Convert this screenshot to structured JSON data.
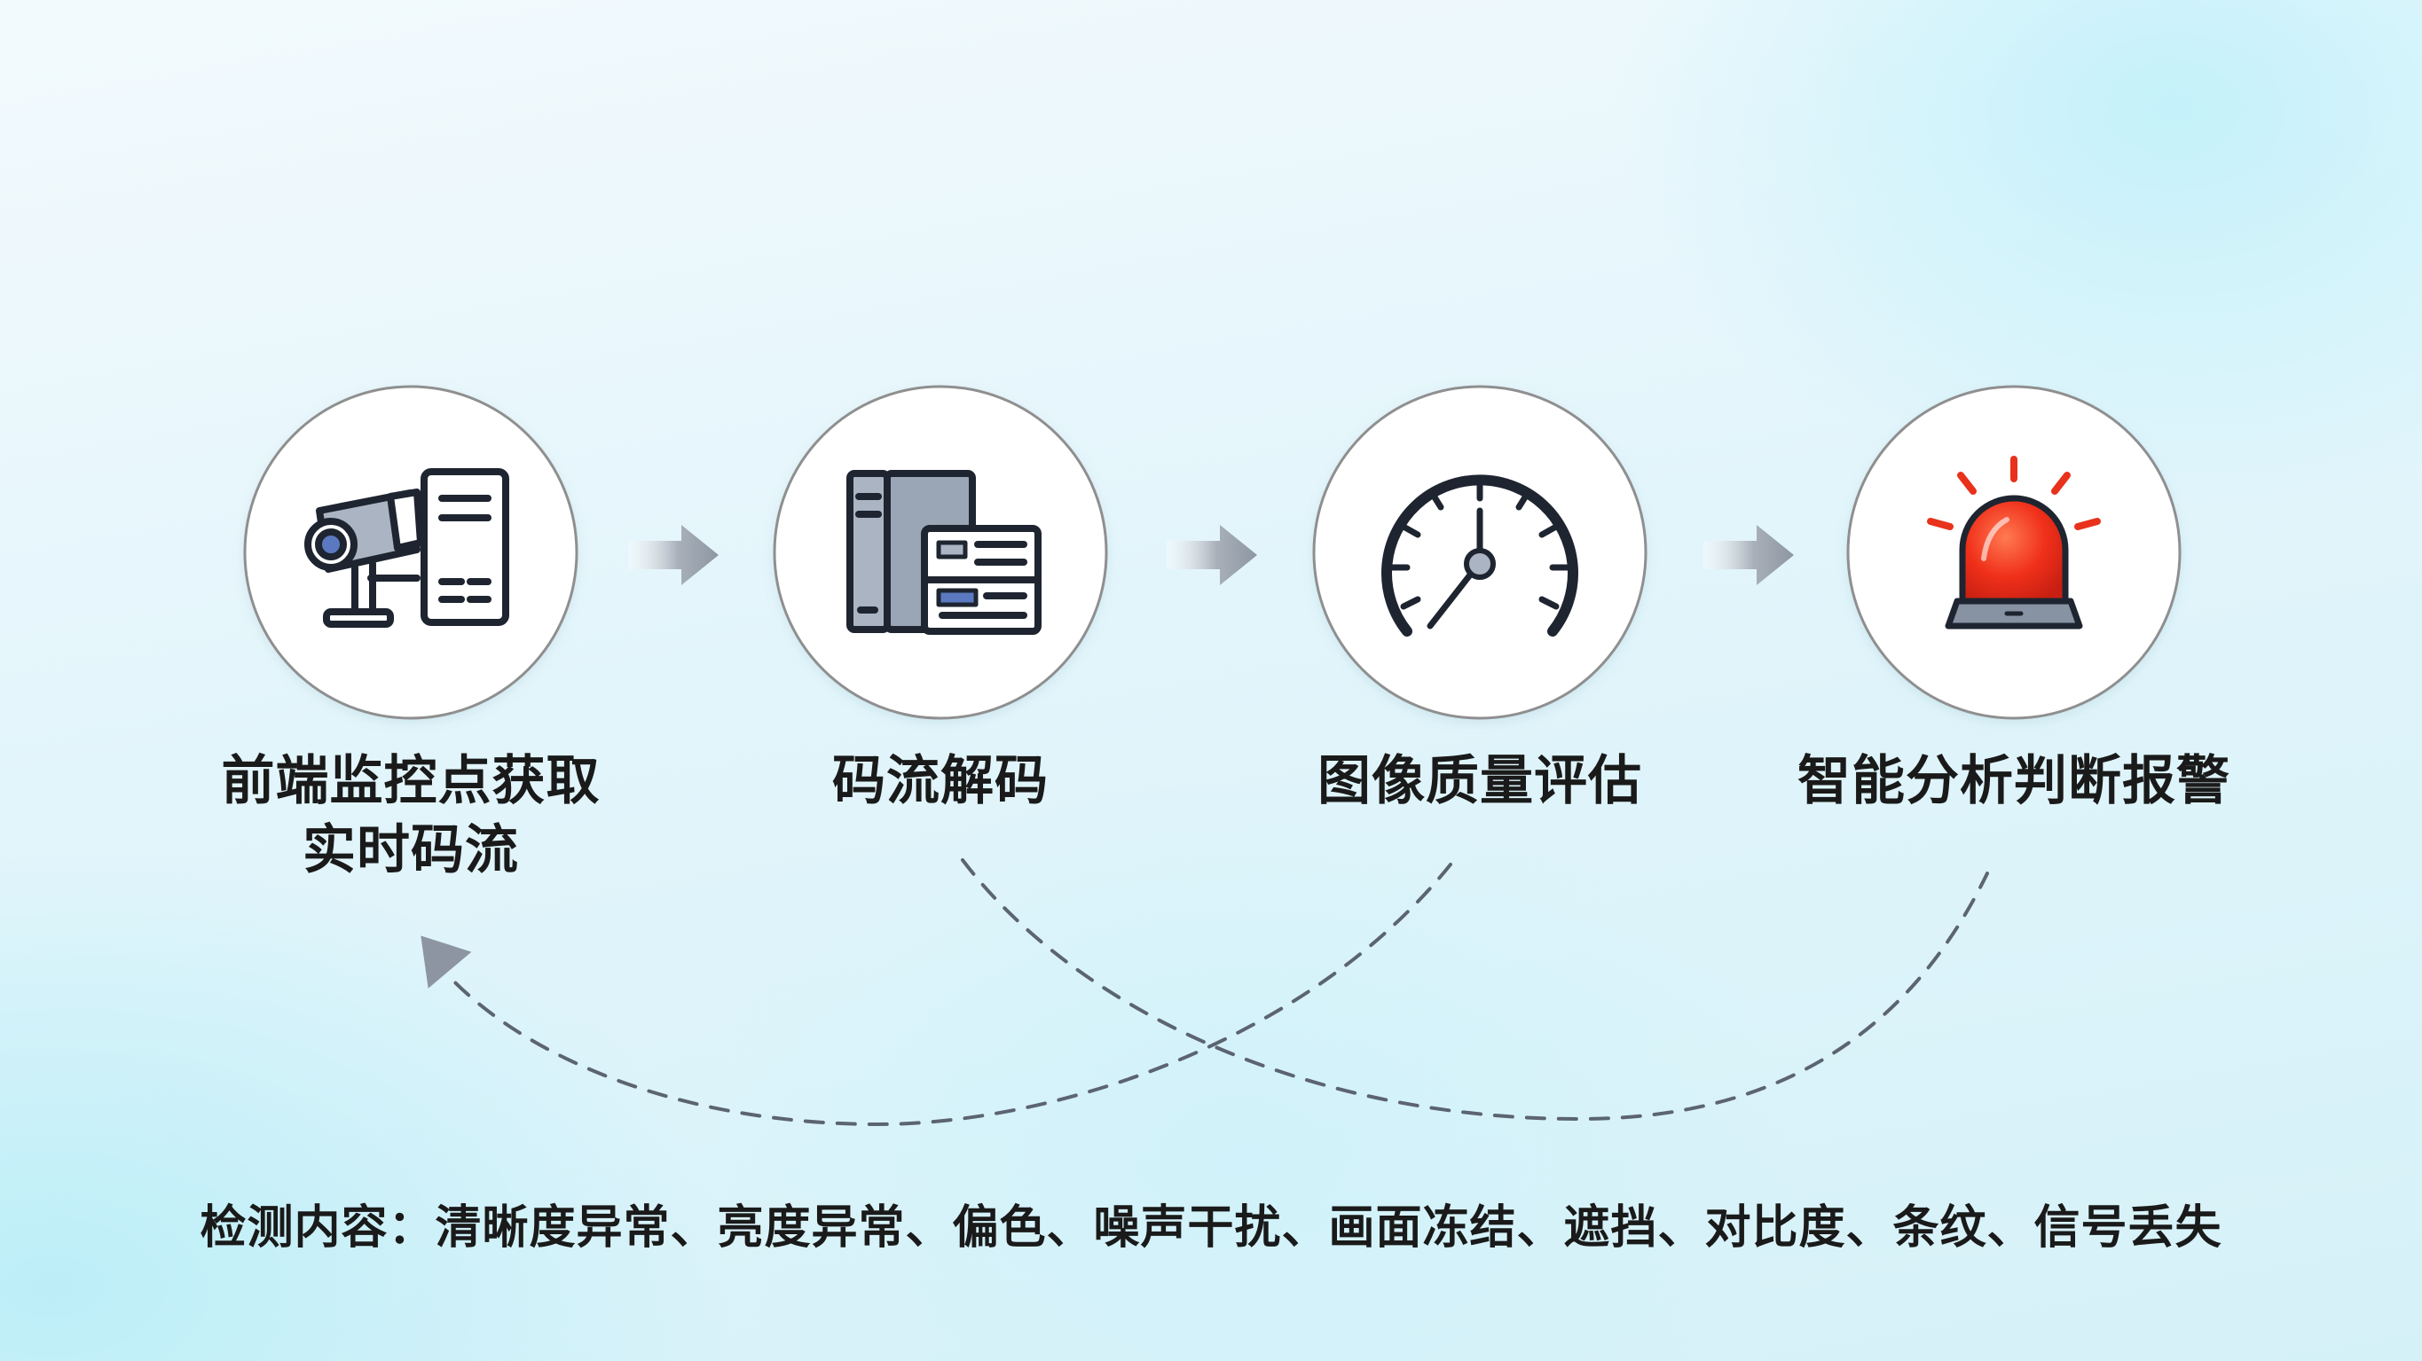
{
  "steps": [
    {
      "label": "前端监控点获取\n实时码流",
      "icon": "camera-server-icon"
    },
    {
      "label": "码流解码",
      "icon": "server-rack-icon"
    },
    {
      "label": "图像质量评估",
      "icon": "speedometer-gauge-icon"
    },
    {
      "label": "智能分析判断报警",
      "icon": "alarm-siren-icon"
    }
  ],
  "flow": {
    "arrows": [
      "arrow-right-icon",
      "arrow-right-icon",
      "arrow-right-icon"
    ],
    "loop": "dashed-feedback-loop"
  },
  "footer": {
    "note": "检测内容：清晰度异常、亮度异常、偏色、噪声干扰、画面冻结、遮挡、对比度、条纹、信号丢失"
  },
  "colors": {
    "circle_fill": "#ffffff",
    "circle_stroke": "#8f8f8f",
    "icon_dark": "#1e2530",
    "icon_steel": "#aab4c2",
    "icon_blue": "#5a79c0",
    "siren_red": "#e8321c",
    "arrow_gray": "#9aa2ad"
  }
}
